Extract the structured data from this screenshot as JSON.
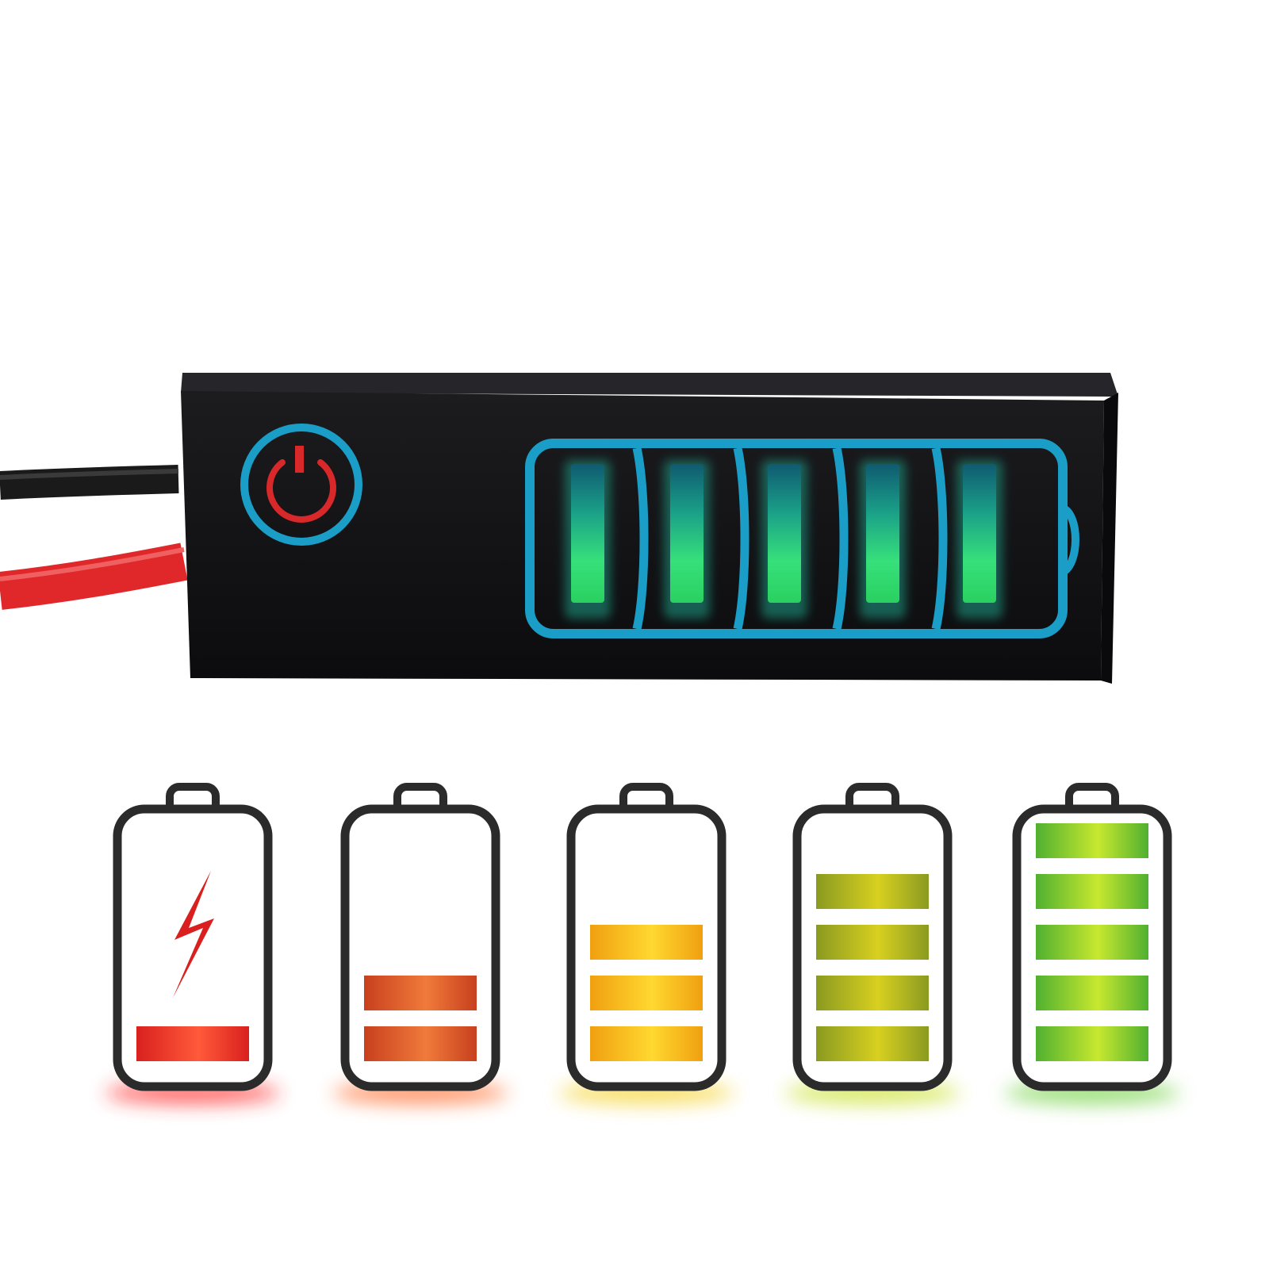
{
  "colors": {
    "background": "#ffffff",
    "module_body": "#141416",
    "outline_blue": "#1a9ec8",
    "power_icon": "#d8282a",
    "led_green": "#3cf08a",
    "wire_black": "#1a1a1a",
    "wire_red": "#e0282a",
    "icon_outline": "#2b2b2b"
  },
  "module": {
    "power_icon": "power-icon",
    "led_segments_total": 5,
    "led_segments_lit": 5
  },
  "levels": [
    {
      "name": "battery-empty",
      "bars": 1,
      "bar_colors": [
        "#d9201e",
        "#ff5a3a"
      ],
      "glow": "#ff2a2a",
      "bolt": true
    },
    {
      "name": "battery-low",
      "bars": 2,
      "bar_colors": [
        "#c8401e",
        "#f07a3a"
      ],
      "glow": "#ff6a2a",
      "bolt": false
    },
    {
      "name": "battery-medium",
      "bars": 3,
      "bar_colors": [
        "#f0a010",
        "#ffd830"
      ],
      "glow": "#f4d020",
      "bolt": false
    },
    {
      "name": "battery-high",
      "bars": 4,
      "bar_colors": [
        "#8a9a20",
        "#d8d020"
      ],
      "glow": "#c8e020",
      "bolt": false
    },
    {
      "name": "battery-full",
      "bars": 5,
      "bar_colors": [
        "#50b030",
        "#c8e830"
      ],
      "glow": "#70d040",
      "bolt": false
    }
  ]
}
